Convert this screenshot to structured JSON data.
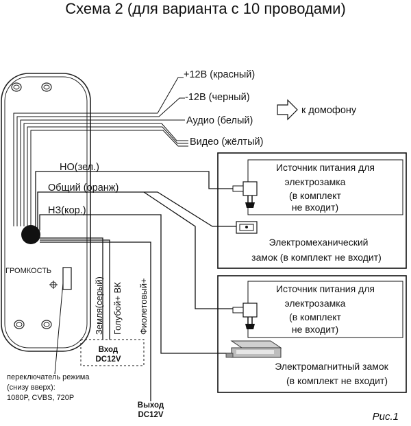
{
  "title": "Схема 2 (для варианта с 10 проводами)",
  "wires_top": {
    "plus12": "+12В (красный)",
    "minus12": "-12В (черный)",
    "audio": "Аудио (белый)",
    "video": "Видео (жёлтый)"
  },
  "to_intercom": "к домофону",
  "relay": {
    "no": "НО(зел.)",
    "common": "Общий (оранж)",
    "nc": "НЗ(кор.)"
  },
  "box1": {
    "psu_line1": "Источник питания для",
    "psu_line2": "электрозамка",
    "psu_line3": "(в комплект",
    "psu_line4": "не входит)",
    "lock_line1": "Электромеханический",
    "lock_line2": "замок (в комплект не входит)"
  },
  "box2": {
    "psu_line1": "Источник питания для",
    "psu_line2": "электрозамка",
    "psu_line3": "(в комплект",
    "psu_line4": "не входит)",
    "lock_line1": "Электромагнитный замок",
    "lock_line2": "(в комплект не входит)"
  },
  "volume_label": "ГРОМКОСТЬ",
  "vertical": {
    "ground": "Земля(серый)",
    "blue": "Голубой+ ВК",
    "violet": "Фиолетовый+"
  },
  "input_dc": {
    "line1": "Вход",
    "line2": "DC12V"
  },
  "output_dc": {
    "line1": "Выход",
    "line2": "DC12V"
  },
  "mode_switch": {
    "line1": "переключатель режима",
    "line2": "(снизу вверх):",
    "line3": "1080P, CVBS, 720P"
  },
  "figure_label": "Рис.1"
}
